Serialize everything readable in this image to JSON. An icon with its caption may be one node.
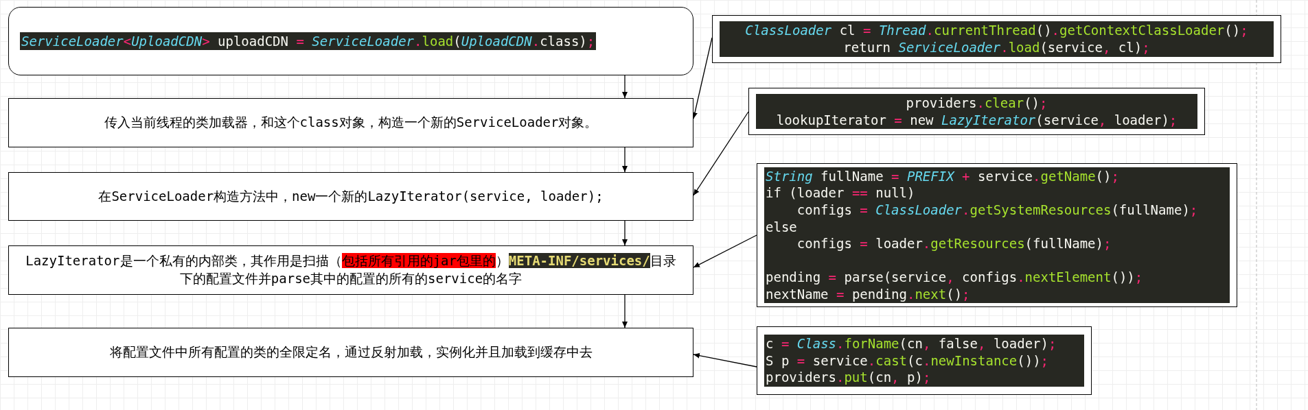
{
  "diagram": {
    "nodes": [
      {
        "text": [
          "ServiceLoader<UploadCDN> uploadCDN = ServiceLoader.load(UploadCDN.class);"
        ]
      },
      {
        "text": [
          "传入当前线程的类加载器，和这个class对象，构造一个新的ServiceLoader对象。"
        ]
      },
      {
        "text": [
          "在ServiceLoader构造方法中，new一个新的LazyIterator(service, loader);"
        ]
      },
      {
        "text": [
          "LazyIterator是一个私有的内部类，其作用是扫描（**包括所有引用的jar包里的**）**META-INF/services/**目录下的配置文件并parse其中的配置的所有的service的名字"
        ]
      },
      {
        "text": [
          "将配置文件中所有配置的类的全限定名，通过反射加载，实例化并且加载到缓存中去"
        ]
      },
      {
        "text": [
          "ClassLoader cl = Thread.currentThread().getContextClassLoader();",
          "return ServiceLoader.load(service, cl);"
        ]
      },
      {
        "text": [
          "providers.clear();",
          "lookupIterator = new LazyIterator(service, loader);"
        ]
      },
      {
        "text": [
          "String fullName = PREFIX + service.getName();",
          "if (loader == null)",
          "    configs = ClassLoader.getSystemResources(fullName);",
          "else",
          "    configs = loader.getResources(fullName);",
          "pending = parse(service, configs.nextElement());",
          "nextName = pending.next();"
        ]
      },
      {
        "text": [
          "c = Class.forName(cn, false, loader);",
          "S p = service.cast(c.newInstance());",
          "providers.put(cn, p);"
        ]
      }
    ],
    "edges": [
      {
        "from": 0,
        "to": 1,
        "arrow": "to"
      },
      {
        "from": 1,
        "to": 2,
        "arrow": "to"
      },
      {
        "from": 2,
        "to": 3,
        "arrow": "to"
      },
      {
        "from": 3,
        "to": 4,
        "arrow": "to"
      },
      {
        "from": 5,
        "to": 1,
        "arrow": "to"
      },
      {
        "from": 6,
        "to": 2,
        "arrow": "to"
      },
      {
        "from": 7,
        "to": 3,
        "arrow": "to"
      },
      {
        "from": 8,
        "to": 4,
        "arrow": "to"
      }
    ]
  }
}
